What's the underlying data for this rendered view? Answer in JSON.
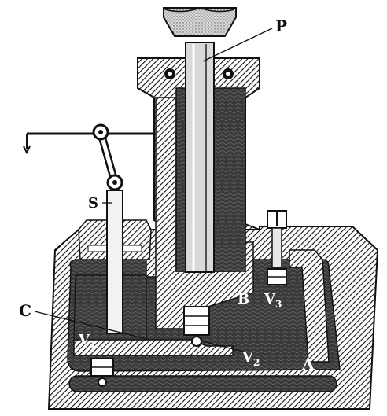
{
  "colors": {
    "background": "#ffffff",
    "ink": "#111111",
    "liquid": "#3a3a3a",
    "metal_light": "#e8e8e8"
  },
  "labels": {
    "P": "P",
    "S": "S",
    "C": "C",
    "B": "B",
    "A": "A",
    "V1": {
      "letter": "V",
      "sub": "1"
    },
    "V2": {
      "letter": "V",
      "sub": "2"
    },
    "V3": {
      "letter": "V",
      "sub": "3"
    }
  }
}
